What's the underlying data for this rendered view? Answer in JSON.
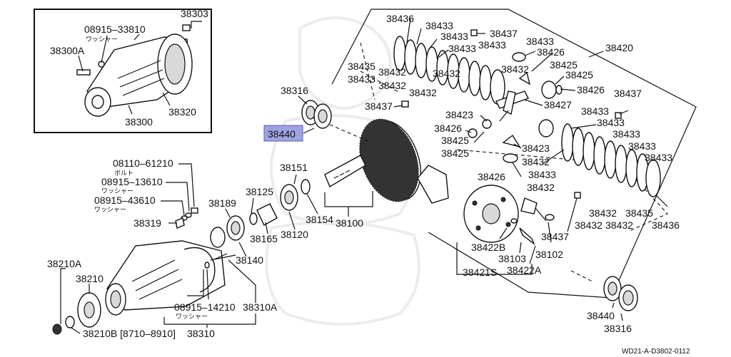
{
  "inset_labels": {
    "p38303": "38303",
    "p08915_33810": "08915–33810",
    "washer1": "ワッシャー",
    "p38300A": "38300A",
    "p38300": "38300",
    "p38320": "38320"
  },
  "left_labels": {
    "p38316": "38316",
    "p38440_hl": "38440",
    "p08110": "08110–61210",
    "bolt": "ボルト",
    "p08915_13610": "08915–13610",
    "washer2": "ワッシャー",
    "p08915_43610": "08915–43610",
    "washer3": "ワッシャー",
    "p38151": "38151",
    "p38125": "38125",
    "p38189": "38189",
    "p38319": "38319",
    "p38165": "38165",
    "p38120": "38120",
    "p38154": "38154",
    "p38100": "38100",
    "p38140": "38140",
    "p38210A": "38210A",
    "p38210": "38210",
    "p08915_14210": "08915–14210",
    "washer4": "ワッシャー",
    "p38310A": "38310A",
    "p38210B": "38210B [8710–8910]",
    "p38310": "38310"
  },
  "diff_labels": {
    "p38436a": "38436",
    "p38433a": "38433",
    "p38437a": "38437",
    "p38433b": "38433",
    "p38433c": "38433",
    "p38433d": "38433",
    "p38433e": "38433",
    "p38420": "38420",
    "p38426a": "38426",
    "p38435a": "38435",
    "p38432a": "38432",
    "p38433f": "38433",
    "p38432b": "38432",
    "p38432c": "38432",
    "p38425a": "38425",
    "p38425b": "38425",
    "p38432d": "38432",
    "p38426b": "38426",
    "p38432e": "38432",
    "p38437b": "38437",
    "p38437c": "38437",
    "p38427": "38427",
    "p38423a": "38423",
    "p38433g": "38433",
    "p38426c": "38426",
    "p38433h": "38433",
    "p38425c": "38425",
    "p38433i": "38433",
    "p38425d": "38425",
    "p38423b": "38423",
    "p38433j": "38433",
    "p38433k": "38433",
    "p38432f": "38432",
    "p38426d": "38426",
    "p38433l": "38433",
    "p38432g": "38432",
    "p38432h": "38432",
    "p38435b": "38435",
    "p38437d": "38437",
    "p38432i": "38432",
    "p38432j": "38432",
    "p38436b": "38436",
    "p38422B": "38422B",
    "p38103": "38103",
    "p38102": "38102",
    "p38421S": "38421S",
    "p38422A": "38422A",
    "p38440b": "38440",
    "p38316b": "38316"
  },
  "footer": "WD21-A-D3802-0112"
}
